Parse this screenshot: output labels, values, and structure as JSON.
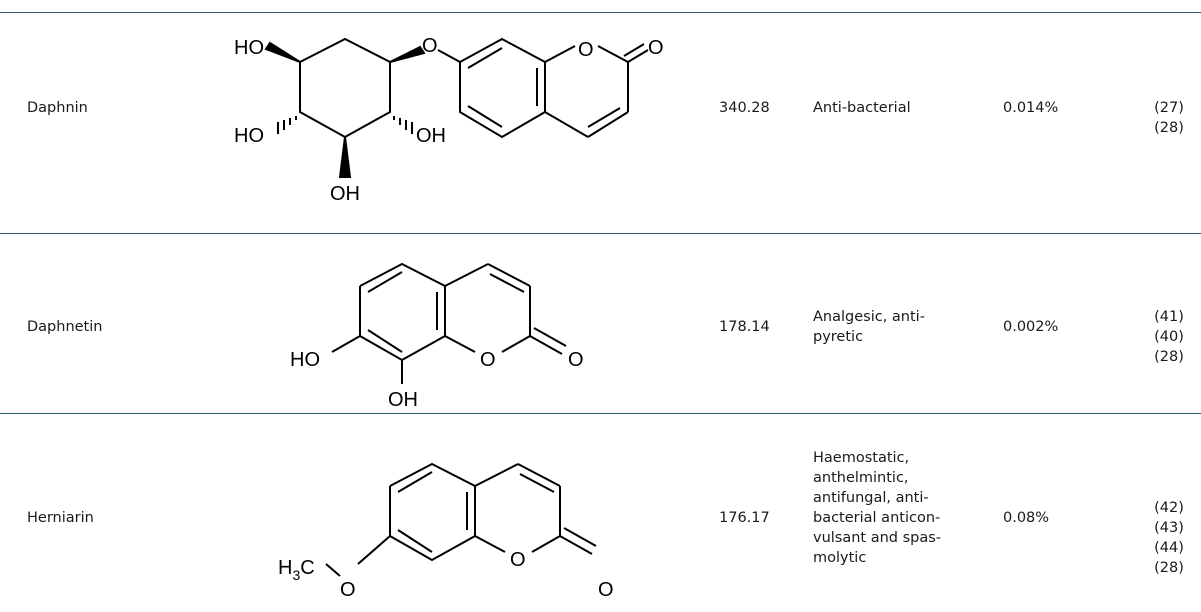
{
  "rows": [
    {
      "name": "Daphnin",
      "mw": "340.28",
      "activity": "Anti-bacterial",
      "concentration": "0.014%",
      "refs": "(27) (28)",
      "atoms": {
        "ho1": "HO",
        "ho2": "HO",
        "oh1": "OH",
        "oh2": "OH",
        "o_link": "O",
        "o_ring": "O",
        "o_carbonyl": "O"
      }
    },
    {
      "name": "Daphnetin",
      "mw": "178.14",
      "activity_lines": [
        "Analgesic, anti-",
        "pyretic"
      ],
      "concentration": "0.002%",
      "refs_lines": [
        "(41) (40)",
        "(28)"
      ],
      "atoms": {
        "ho": "HO",
        "oh": "OH",
        "o_ring": "O",
        "o_carbonyl": "O"
      }
    },
    {
      "name": "Herniarin",
      "mw": "176.17",
      "activity_lines": [
        "Haemostatic,",
        "anthelmintic,",
        "antifungal, anti-",
        "bacterial anticon-",
        "vulsant and spas-",
        "molytic"
      ],
      "concentration": "0.08%",
      "refs_lines": [
        "(42) (43)",
        "(44) (28)"
      ],
      "atoms": {
        "h3c": "H",
        "h3c_sub": "3",
        "h3c_c": "C",
        "o_methoxy": "O",
        "o_ring": "O",
        "o_carbonyl": "O"
      }
    }
  ]
}
